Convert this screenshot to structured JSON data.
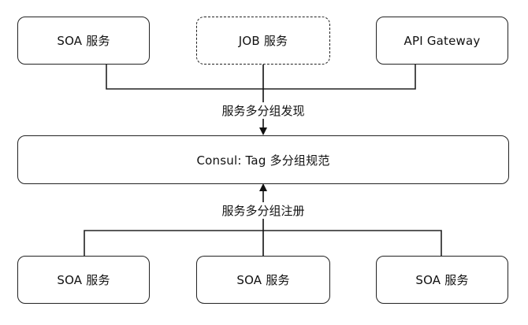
{
  "top_nodes": [
    {
      "label": "SOA 服务"
    },
    {
      "label": "JOB 服务"
    },
    {
      "label": "API Gateway"
    }
  ],
  "center_node": {
    "label": "Consul: Tag 多分组规范"
  },
  "bottom_nodes": [
    {
      "label": "SOA 服务"
    },
    {
      "label": "SOA 服务"
    },
    {
      "label": "SOA 服务"
    }
  ],
  "edges": {
    "discovery_label": "服务多分组发现",
    "registration_label": "服务多分组注册"
  },
  "colors": {
    "stroke": "#222222",
    "background": "#ffffff"
  }
}
